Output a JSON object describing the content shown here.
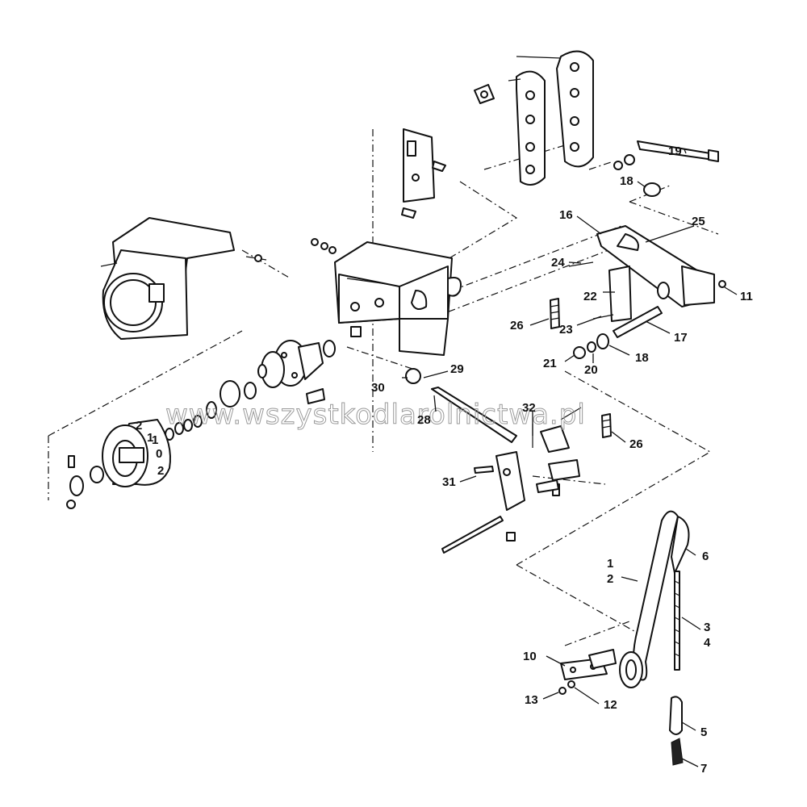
{
  "watermark": "www.wszystkodlarolnictwa.pl",
  "callouts": [
    {
      "id": "c1",
      "text": "1"
    },
    {
      "id": "c2",
      "text": "2"
    },
    {
      "id": "c3",
      "text": "3"
    },
    {
      "id": "c4",
      "text": "4"
    },
    {
      "id": "c5",
      "text": "5"
    },
    {
      "id": "c6",
      "text": "6"
    },
    {
      "id": "c7",
      "text": "7"
    },
    {
      "id": "c10",
      "text": "10"
    },
    {
      "id": "c11",
      "text": "11"
    },
    {
      "id": "c12",
      "text": "12"
    },
    {
      "id": "c13",
      "text": "13"
    },
    {
      "id": "c16",
      "text": "16"
    },
    {
      "id": "c17",
      "text": "17"
    },
    {
      "id": "c18a",
      "text": "18"
    },
    {
      "id": "c18b",
      "text": "18"
    },
    {
      "id": "c19",
      "text": "19"
    },
    {
      "id": "c20",
      "text": "20"
    },
    {
      "id": "c21",
      "text": "21"
    },
    {
      "id": "c22",
      "text": "22"
    },
    {
      "id": "c23",
      "text": "23"
    },
    {
      "id": "c24",
      "text": "24"
    },
    {
      "id": "c25",
      "text": "25"
    },
    {
      "id": "c26a",
      "text": "26"
    },
    {
      "id": "c26b",
      "text": "26"
    },
    {
      "id": "c28",
      "text": "28"
    },
    {
      "id": "c29",
      "text": "29"
    },
    {
      "id": "c30",
      "text": "30"
    },
    {
      "id": "c31",
      "text": "31"
    },
    {
      "id": "c32",
      "text": "32"
    }
  ],
  "drum_marks": [
    "2",
    "1",
    "0",
    "2",
    "1"
  ]
}
